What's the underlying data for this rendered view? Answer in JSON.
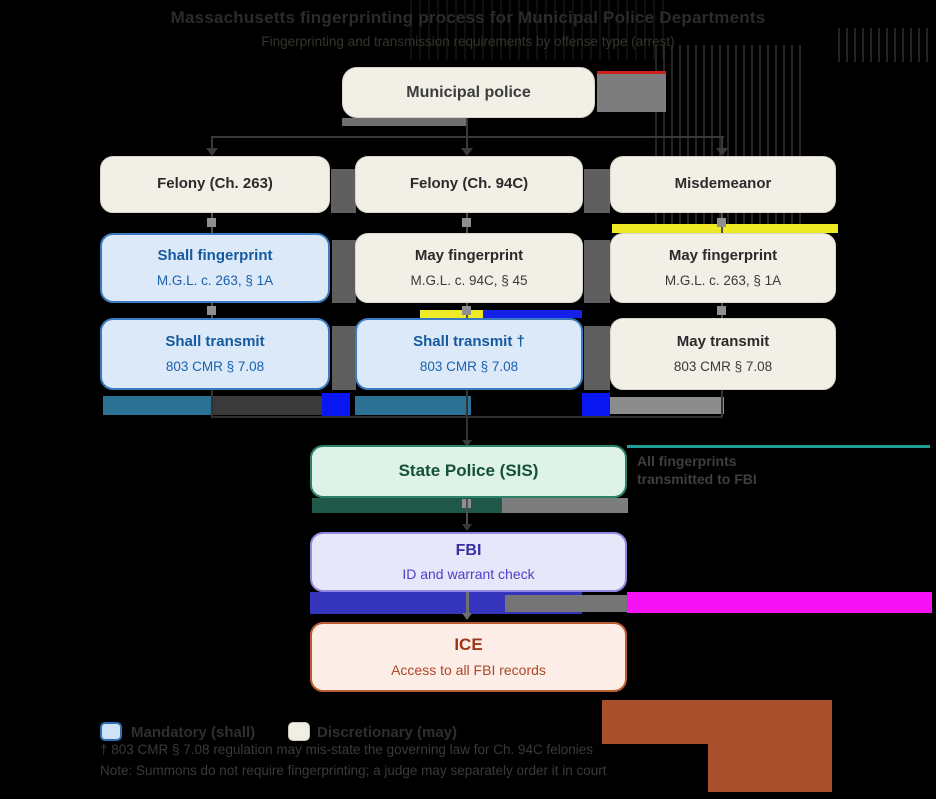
{
  "title": "Massachusetts fingerprinting process for Municipal Police Departments",
  "subtitle": "Fingerprinting and transmission requirements by offense type (arrest)",
  "flow": {
    "root": {
      "label": "Municipal police"
    },
    "columns": [
      {
        "offense": "Felony (Ch. 263)",
        "fingerprint": {
          "label": "Shall fingerprint",
          "cite": "M.G.L. c. 263, § 1A",
          "type": "mandatory"
        },
        "transmit": {
          "label": "Shall transmit",
          "cite": "803 CMR § 7.08",
          "type": "mandatory"
        }
      },
      {
        "offense": "Felony (Ch. 94C)",
        "fingerprint": {
          "label": "May fingerprint",
          "cite": "M.G.L. c. 94C, § 45",
          "type": "discretionary"
        },
        "transmit": {
          "label": "Shall transmit †",
          "cite": "803 CMR § 7.08",
          "type": "mandatory"
        }
      },
      {
        "offense": "Misdemeanor",
        "fingerprint": {
          "label": "May fingerprint",
          "cite": "M.G.L. c. 263, § 1A",
          "type": "discretionary"
        },
        "transmit": {
          "label": "May transmit",
          "cite": "803 CMR § 7.08",
          "type": "discretionary"
        }
      }
    ],
    "sis": {
      "label": "State Police (SIS)",
      "annotation_line1": "All fingerprints",
      "annotation_line2": "transmitted to FBI"
    },
    "fbi": {
      "label": "FBI",
      "sub": "ID and warrant check"
    },
    "ice": {
      "label": "ICE",
      "sub": "Access to all FBI records"
    }
  },
  "legend": {
    "mandatory_label": "Mandatory (shall)",
    "discretionary_label": "Discretionary (may)"
  },
  "footnotes": {
    "dagger": "† 803 CMR § 7.08 regulation may mis-state the governing law for Ch. 94C felonies",
    "note": "Note: Summons do not require fingerprinting; a judge may separately order it in court"
  },
  "colors": {
    "mandatory_fill": "#dbe9f9",
    "mandatory_border": "#3b7ac1",
    "mandatory_text": "#155a9e",
    "discretionary_fill": "#f1efe6",
    "sis_fill": "#def2e7",
    "sis_border": "#2c8168",
    "sis_text": "#14503c",
    "fbi_fill": "#e7e7f9",
    "fbi_border": "#8f8ae0",
    "fbi_text": "#39309f",
    "ice_fill": "#fceee7",
    "ice_border": "#bb5c35",
    "ice_text": "#9c3517",
    "glitch_yellow": "#eeea26",
    "glitch_blue": "#0a16f2",
    "glitch_teal": "#2b7194",
    "glitch_magenta": "#f513f5",
    "glitch_rust": "#a8502c"
  }
}
